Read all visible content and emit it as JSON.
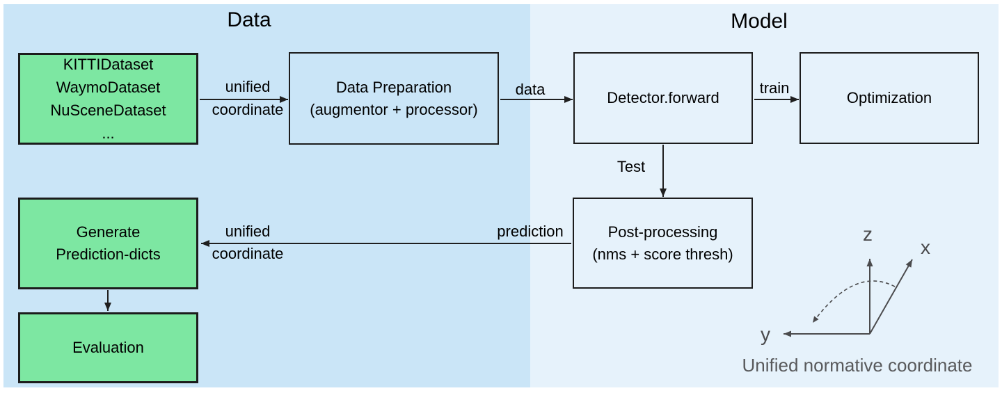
{
  "colors": {
    "left_region_bg": "#cae5f7",
    "right_region_bg": "#e6f2fb",
    "green_box_bg": "#7de7a2",
    "box_border": "#1c1c1c",
    "arrow": "#1f1f1f",
    "axis": "#4b4b4d",
    "caption_text": "#58595b"
  },
  "sections": {
    "left_title": "Data",
    "right_title": "Model"
  },
  "boxes": {
    "datasets": {
      "lines": [
        "KITTIDataset",
        "WaymoDataset",
        "NuSceneDataset",
        "..."
      ]
    },
    "data_preparation": {
      "lines": [
        "Data Preparation",
        "(augmentor + processor)"
      ]
    },
    "detector": {
      "lines": [
        "Detector.forward"
      ]
    },
    "optimization": {
      "lines": [
        "Optimization"
      ]
    },
    "post_processing": {
      "lines": [
        "Post-processing",
        "(nms + score thresh)"
      ]
    },
    "generate_prediction": {
      "lines": [
        "Generate",
        "Prediction-dicts"
      ]
    },
    "evaluation": {
      "lines": [
        "Evaluation"
      ]
    }
  },
  "arrow_labels": {
    "unified_coordinate_top_line1": "unified",
    "unified_coordinate_top_line2": "coordinate",
    "data": "data",
    "train": "train",
    "test": "Test",
    "prediction": "prediction",
    "unified_coordinate_bottom_line1": "unified",
    "unified_coordinate_bottom_line2": "coordinate"
  },
  "coordinate_widget": {
    "axis_z": "z",
    "axis_x": "x",
    "axis_y": "y",
    "caption": "Unified normative coordinate"
  }
}
